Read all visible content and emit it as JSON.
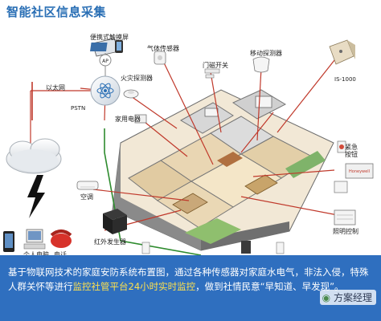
{
  "title": "智能社区信息采集",
  "labels": {
    "touchscreen": "便携式触摸屏",
    "ap": "AP",
    "gas_sensor": "气体传感器",
    "door_switch": "门磁开关",
    "motion_detector": "移动探测器",
    "is1000": "IS-1000",
    "smoke_detector": "火灾探测器",
    "ethernet": "以太网",
    "pstn": "PSTN",
    "appliance": "家用电器",
    "emergency_button": "紧急按钮",
    "aircon": "空调",
    "ir_emitter": "红外发生器",
    "lighting_control": "照明控制",
    "pc": "个人电脑",
    "phone": "电话"
  },
  "caption": {
    "part1": "基于物联网技术的家庭安防系统布置图，通过各种传感器对家庭水电气，非法入侵，特殊人群关怀等进行",
    "highlight": "监控社管平台24小时实时监控",
    "part2": "，做到社情民意“早知道、早发现”。"
  },
  "watermark": "方案经理",
  "colors": {
    "title": "#2a6fb5",
    "caption_bg": "#2f6fbf",
    "line_red": "#c0392b",
    "line_green": "#2e8b2e",
    "lightning": "#111111"
  }
}
